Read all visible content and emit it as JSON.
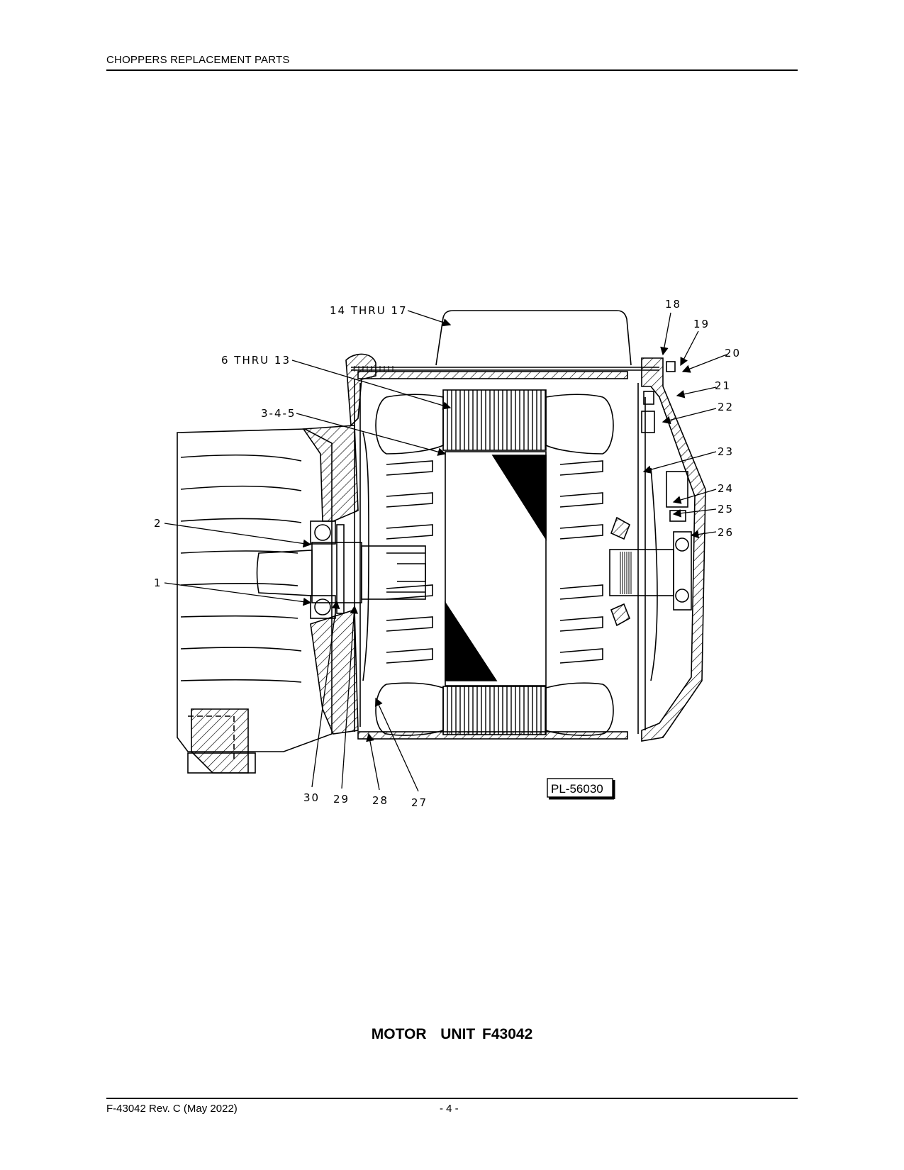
{
  "header": {
    "running_head": "CHOPPERS REPLACEMENT PARTS"
  },
  "figure": {
    "callouts": {
      "c14_17": "14 THRU 17",
      "c18": "18",
      "c19": "19",
      "c20": "20",
      "c6_13": "6 THRU 13",
      "c21": "21",
      "c22": "22",
      "c3_5": "3-4-5",
      "c23": "23",
      "c24": "24",
      "c25": "25",
      "c2": "2",
      "c26": "26",
      "c1": "1",
      "c30": "30",
      "c29": "29",
      "c28": "28",
      "c27": "27"
    },
    "plate_number": "PL-56030"
  },
  "caption": "MOTOR  UNIT F43042",
  "footer": {
    "document_number": "F-43042 Rev. C (May 2022)",
    "page_number": "- 4 -"
  }
}
